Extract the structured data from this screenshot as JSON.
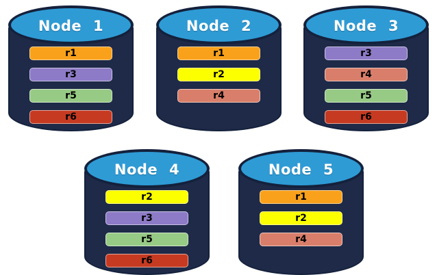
{
  "diagram": {
    "background": "#FFFFFF",
    "theme": {
      "page_background": "#FFFFFF",
      "cylinder_body": "#1E2A47",
      "cylinder_outline": "#14213C",
      "cylinder_top_fill": "#2E9BD5",
      "node_title_color": "#FFFFFF",
      "replica_label_color": "#000000"
    },
    "replica_colors": {
      "r1": "#F9A11B",
      "r2": "#FBFF00",
      "r3": "#8D7BC7",
      "r4": "#D97E6A",
      "r5": "#97CA85",
      "r6": "#C63A22"
    },
    "nodes": [
      {
        "title": "Node 1",
        "replicas": [
          "r1",
          "r3",
          "r5",
          "r6"
        ]
      },
      {
        "title": "Node 2",
        "replicas": [
          "r1",
          "r2",
          "r4"
        ]
      },
      {
        "title": "Node 3",
        "replicas": [
          "r3",
          "r4",
          "r5",
          "r6"
        ]
      },
      {
        "title": "Node 4",
        "replicas": [
          "r2",
          "r3",
          "r5",
          "r6"
        ]
      },
      {
        "title": "Node 5",
        "replicas": [
          "r1",
          "r2",
          "r4"
        ]
      }
    ]
  }
}
